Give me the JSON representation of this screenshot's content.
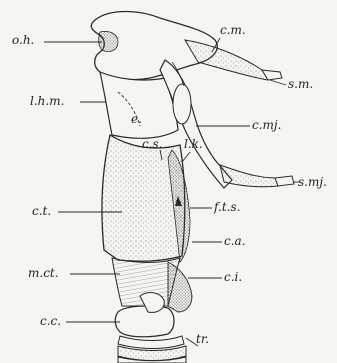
{
  "labels": {
    "oh": "o.h.",
    "cm": "c.m.",
    "sm": "s.m.",
    "lhm": "l.h.m.",
    "e": "e.",
    "cmj": "c.mj.",
    "cs": "c.s.",
    "lk": "l.k.",
    "smj": "s.mj.",
    "ct": "c.t.",
    "fts": "f.t.s.",
    "ca": "c.a.",
    "mct": "m.ct.",
    "ci": "c.i.",
    "cc": "c.c.",
    "tr": "tr."
  },
  "colors": {
    "ink": "#2a2a2a",
    "paper": "#f7f5ef",
    "stipple": "#555555"
  }
}
